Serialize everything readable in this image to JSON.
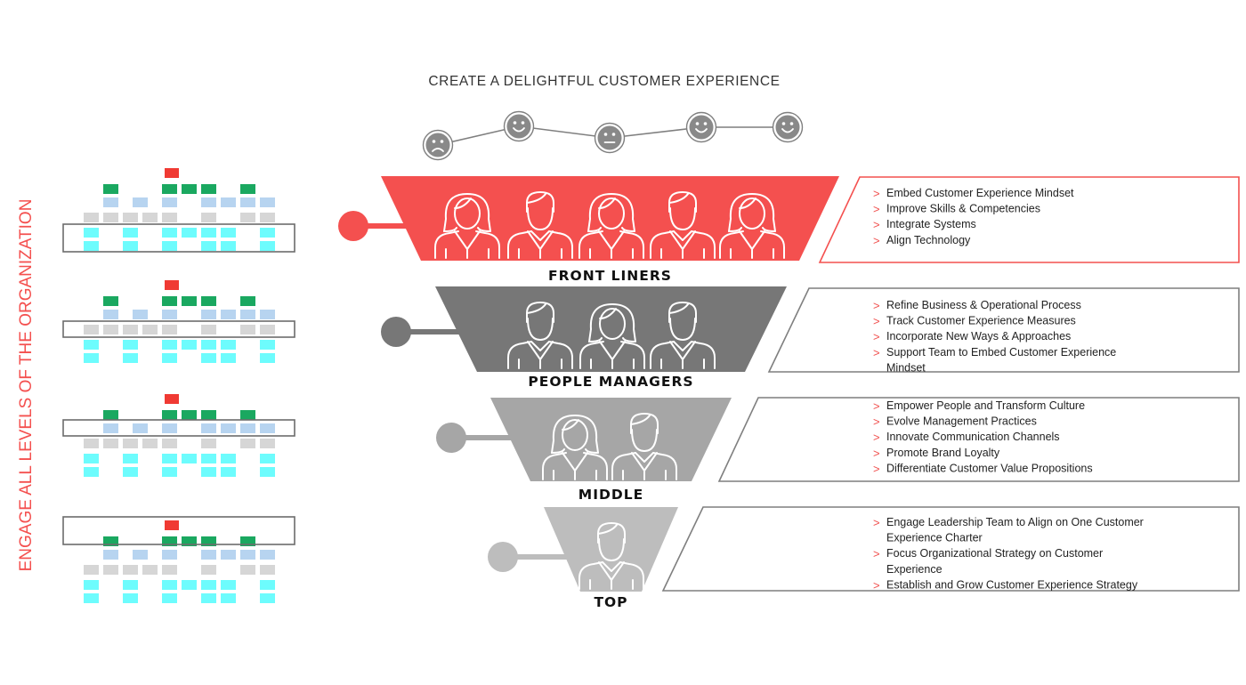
{
  "side_title": "ENGAGE ALL LEVELS OF THE ORGANIZATION",
  "journey": {
    "title": "CREATE A DELIGHTFUL CUSTOMER EXPERIENCE",
    "moods": [
      "sad",
      "happy",
      "neutral",
      "happy",
      "happy"
    ]
  },
  "colors": {
    "red": "#f4504f",
    "dark_gray": "#777777",
    "mid_gray": "#a6a6a6",
    "light_gray": "#bdbdbd",
    "org_red": "#f03a33",
    "org_green": "#1aa860",
    "org_blue": "#b7d4f0",
    "org_gray": "#d6d6d6",
    "org_cyan": "#6dfcfd",
    "bullet": "#f0504e",
    "text": "#222222"
  },
  "tiers": [
    {
      "name": "FRONT LINERS",
      "color": "red",
      "people": [
        "female",
        "male",
        "female",
        "male",
        "female"
      ],
      "bullets": [
        "Embed Customer Experience Mindset",
        "Improve Skills & Competencies",
        "Integrate Systems",
        "Align Technology"
      ]
    },
    {
      "name": "PEOPLE MANAGERS",
      "color": "dark_gray",
      "people": [
        "male",
        "female",
        "male"
      ],
      "bullets": [
        "Refine Business & Operational Process",
        "Track Customer Experience Measures",
        "Incorporate New Ways & Approaches",
        "Support Team to Embed Customer Experience Mindset"
      ]
    },
    {
      "name": "MIDDLE",
      "color": "mid_gray",
      "people": [
        "female",
        "male"
      ],
      "bullets": [
        "Empower People and Transform Culture",
        "Evolve Management Practices",
        "Innovate Communication Channels",
        "Promote Brand Loyalty",
        "Differentiate Customer Value Propositions"
      ]
    },
    {
      "name": "TOP",
      "color": "light_gray",
      "people": [
        "male"
      ],
      "bullets": [
        "Engage Leadership Team to Align on One Customer Experience Charter",
        "Focus Organizational Strategy  on Customer Experience",
        "Establish and Grow Customer Experience Strategy"
      ]
    }
  ],
  "org_chart": {
    "rows": [
      {
        "color": "org_red",
        "cells": [
          5
        ]
      },
      {
        "color": "org_green",
        "cells": [
          2,
          5,
          6,
          7,
          9
        ]
      },
      {
        "color": "org_blue",
        "cells": [
          2,
          3.5,
          5,
          7,
          8,
          9,
          10
        ]
      },
      {
        "color": "org_gray",
        "cells": [
          1,
          2,
          3,
          4,
          5,
          7,
          9,
          10
        ]
      },
      {
        "color": "org_cyan",
        "cells": [
          1,
          3,
          5,
          6,
          7,
          8,
          10
        ]
      },
      {
        "color": "org_cyan",
        "cells": [
          1,
          3,
          5,
          7,
          8,
          10
        ]
      }
    ],
    "highlight_rows": [
      4,
      3,
      2,
      0
    ]
  }
}
